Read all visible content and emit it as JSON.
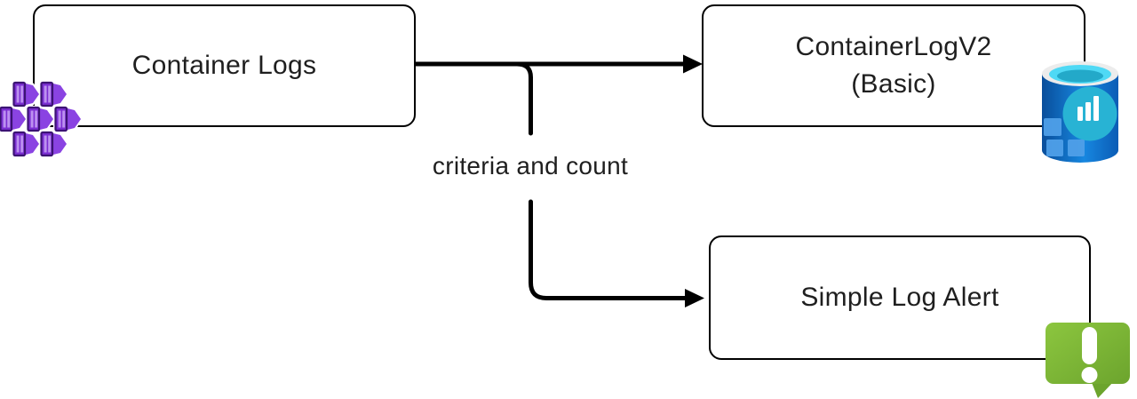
{
  "diagram": {
    "nodes": {
      "container_logs": {
        "label": "Container Logs",
        "icon": "container-cubes-icon"
      },
      "container_log_v2": {
        "label_line1": "ContainerLogV2",
        "label_line2": "(Basic)",
        "icon": "log-analytics-database-icon"
      },
      "simple_log_alert": {
        "label": "Simple Log Alert",
        "icon": "alert-bubble-icon"
      }
    },
    "edges": {
      "branch_label": "criteria and count",
      "from": "Container Logs",
      "to_top": "ContainerLogV2 (Basic)",
      "to_bottom": "Simple Log Alert"
    },
    "colors": {
      "box_border": "#000000",
      "arrow": "#000000",
      "text": "#1f1f1f",
      "container_purple": "#8a43e2",
      "container_purple_dark": "#3c1374",
      "container_purple_light": "#bc90f0",
      "database_blue_dark": "#094e9b",
      "database_blue_bright": "#1787e0",
      "database_cyan": "#4fd9f5",
      "database_teal": "#28b3d4",
      "database_square_blue": "#4f9fe8",
      "alert_green_light": "#8cc63f",
      "alert_green_dark": "#6ca42d"
    }
  }
}
